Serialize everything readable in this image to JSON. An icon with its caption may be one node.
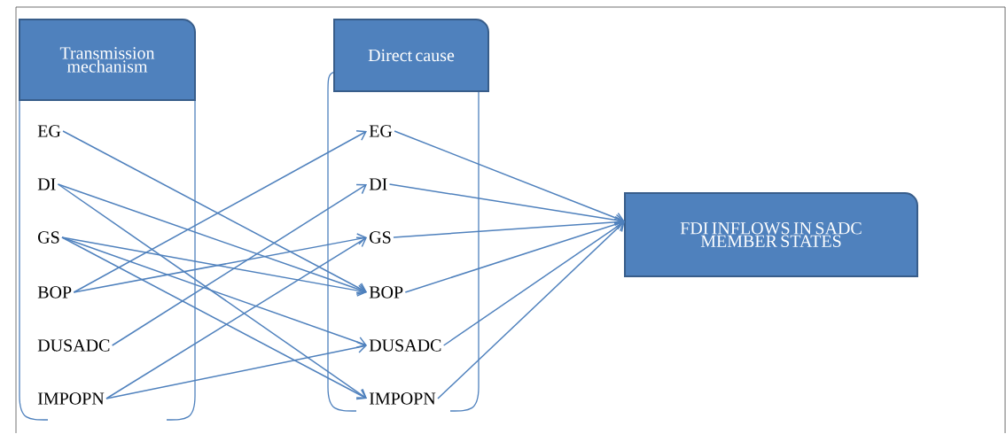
{
  "diagram": {
    "nodes": [
      {
        "text": [
          "Transmission mechanism"
        ]
      },
      {
        "text": [
          "EG"
        ]
      },
      {
        "text": [
          "DI"
        ]
      },
      {
        "text": [
          "GS"
        ]
      },
      {
        "text": [
          "BOP"
        ]
      },
      {
        "text": [
          "DUSADC"
        ]
      },
      {
        "text": [
          "IMPOPN"
        ]
      },
      {
        "text": [
          "Direct cause"
        ]
      },
      {
        "text": [
          "EG"
        ]
      },
      {
        "text": [
          "DI"
        ]
      },
      {
        "text": [
          "GS"
        ]
      },
      {
        "text": [
          "BOP"
        ]
      },
      {
        "text": [
          "DUSADC"
        ]
      },
      {
        "text": [
          "IMPOPN"
        ]
      },
      {
        "text": [
          "FDI INFLOWS IN SADC MEMBER STATES"
        ]
      }
    ],
    "edges": [
      {
        "from": 1,
        "to": 11,
        "arrow": "to"
      },
      {
        "from": 2,
        "to": 11,
        "arrow": "to"
      },
      {
        "from": 2,
        "to": 13,
        "arrow": "to"
      },
      {
        "from": 3,
        "to": 11,
        "arrow": "to"
      },
      {
        "from": 3,
        "to": 12,
        "arrow": "to"
      },
      {
        "from": 3,
        "to": 13,
        "arrow": "to"
      },
      {
        "from": 4,
        "to": 8,
        "arrow": "to"
      },
      {
        "from": 4,
        "to": 10,
        "arrow": "to"
      },
      {
        "from": 5,
        "to": 9,
        "arrow": "to"
      },
      {
        "from": 6,
        "to": 10,
        "arrow": "to"
      },
      {
        "from": 6,
        "to": 12,
        "arrow": "to"
      },
      {
        "from": 8,
        "to": 14,
        "arrow": "to"
      },
      {
        "from": 9,
        "to": 14,
        "arrow": "to"
      },
      {
        "from": 10,
        "to": 14,
        "arrow": "to"
      },
      {
        "from": 11,
        "to": 14,
        "arrow": "to"
      },
      {
        "from": 12,
        "to": 14,
        "arrow": "to"
      },
      {
        "from": 13,
        "to": 14,
        "arrow": "to"
      }
    ]
  }
}
